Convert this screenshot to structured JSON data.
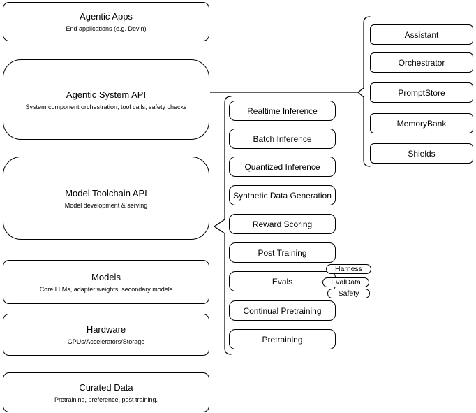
{
  "left_stack": [
    {
      "title": "Agentic Apps",
      "subtitle": "End applications (e.g. Devin)"
    },
    {
      "title": "Agentic System API",
      "subtitle": "System component orchestration, tool calls, safety checks"
    },
    {
      "title": "Model Toolchain API",
      "subtitle": "Model development & serving"
    },
    {
      "title": "Models",
      "subtitle": "Core LLMs, adapter weights, secondary models"
    },
    {
      "title": "Hardware",
      "subtitle": "GPUs/Accelerators/Storage"
    },
    {
      "title": "Curated Data",
      "subtitle": "Pretraining, preference, post training."
    }
  ],
  "toolchain_items": [
    "Realtime Inference",
    "Batch Inference",
    "Quantized Inference",
    "Synthetic Data Generation",
    "Reward Scoring",
    "Post Training",
    "Evals",
    "Continual Pretraining",
    "Pretraining"
  ],
  "evals_tags": [
    "Harness",
    "EvalData",
    "Safety"
  ],
  "system_components": [
    "Assistant",
    "Orchestrator",
    "PromptStore",
    "MemoryBank",
    "Shields"
  ],
  "colors": {
    "stroke": "#000000",
    "fill": "#ffffff",
    "text": "#000000",
    "background": "#ffffff"
  }
}
